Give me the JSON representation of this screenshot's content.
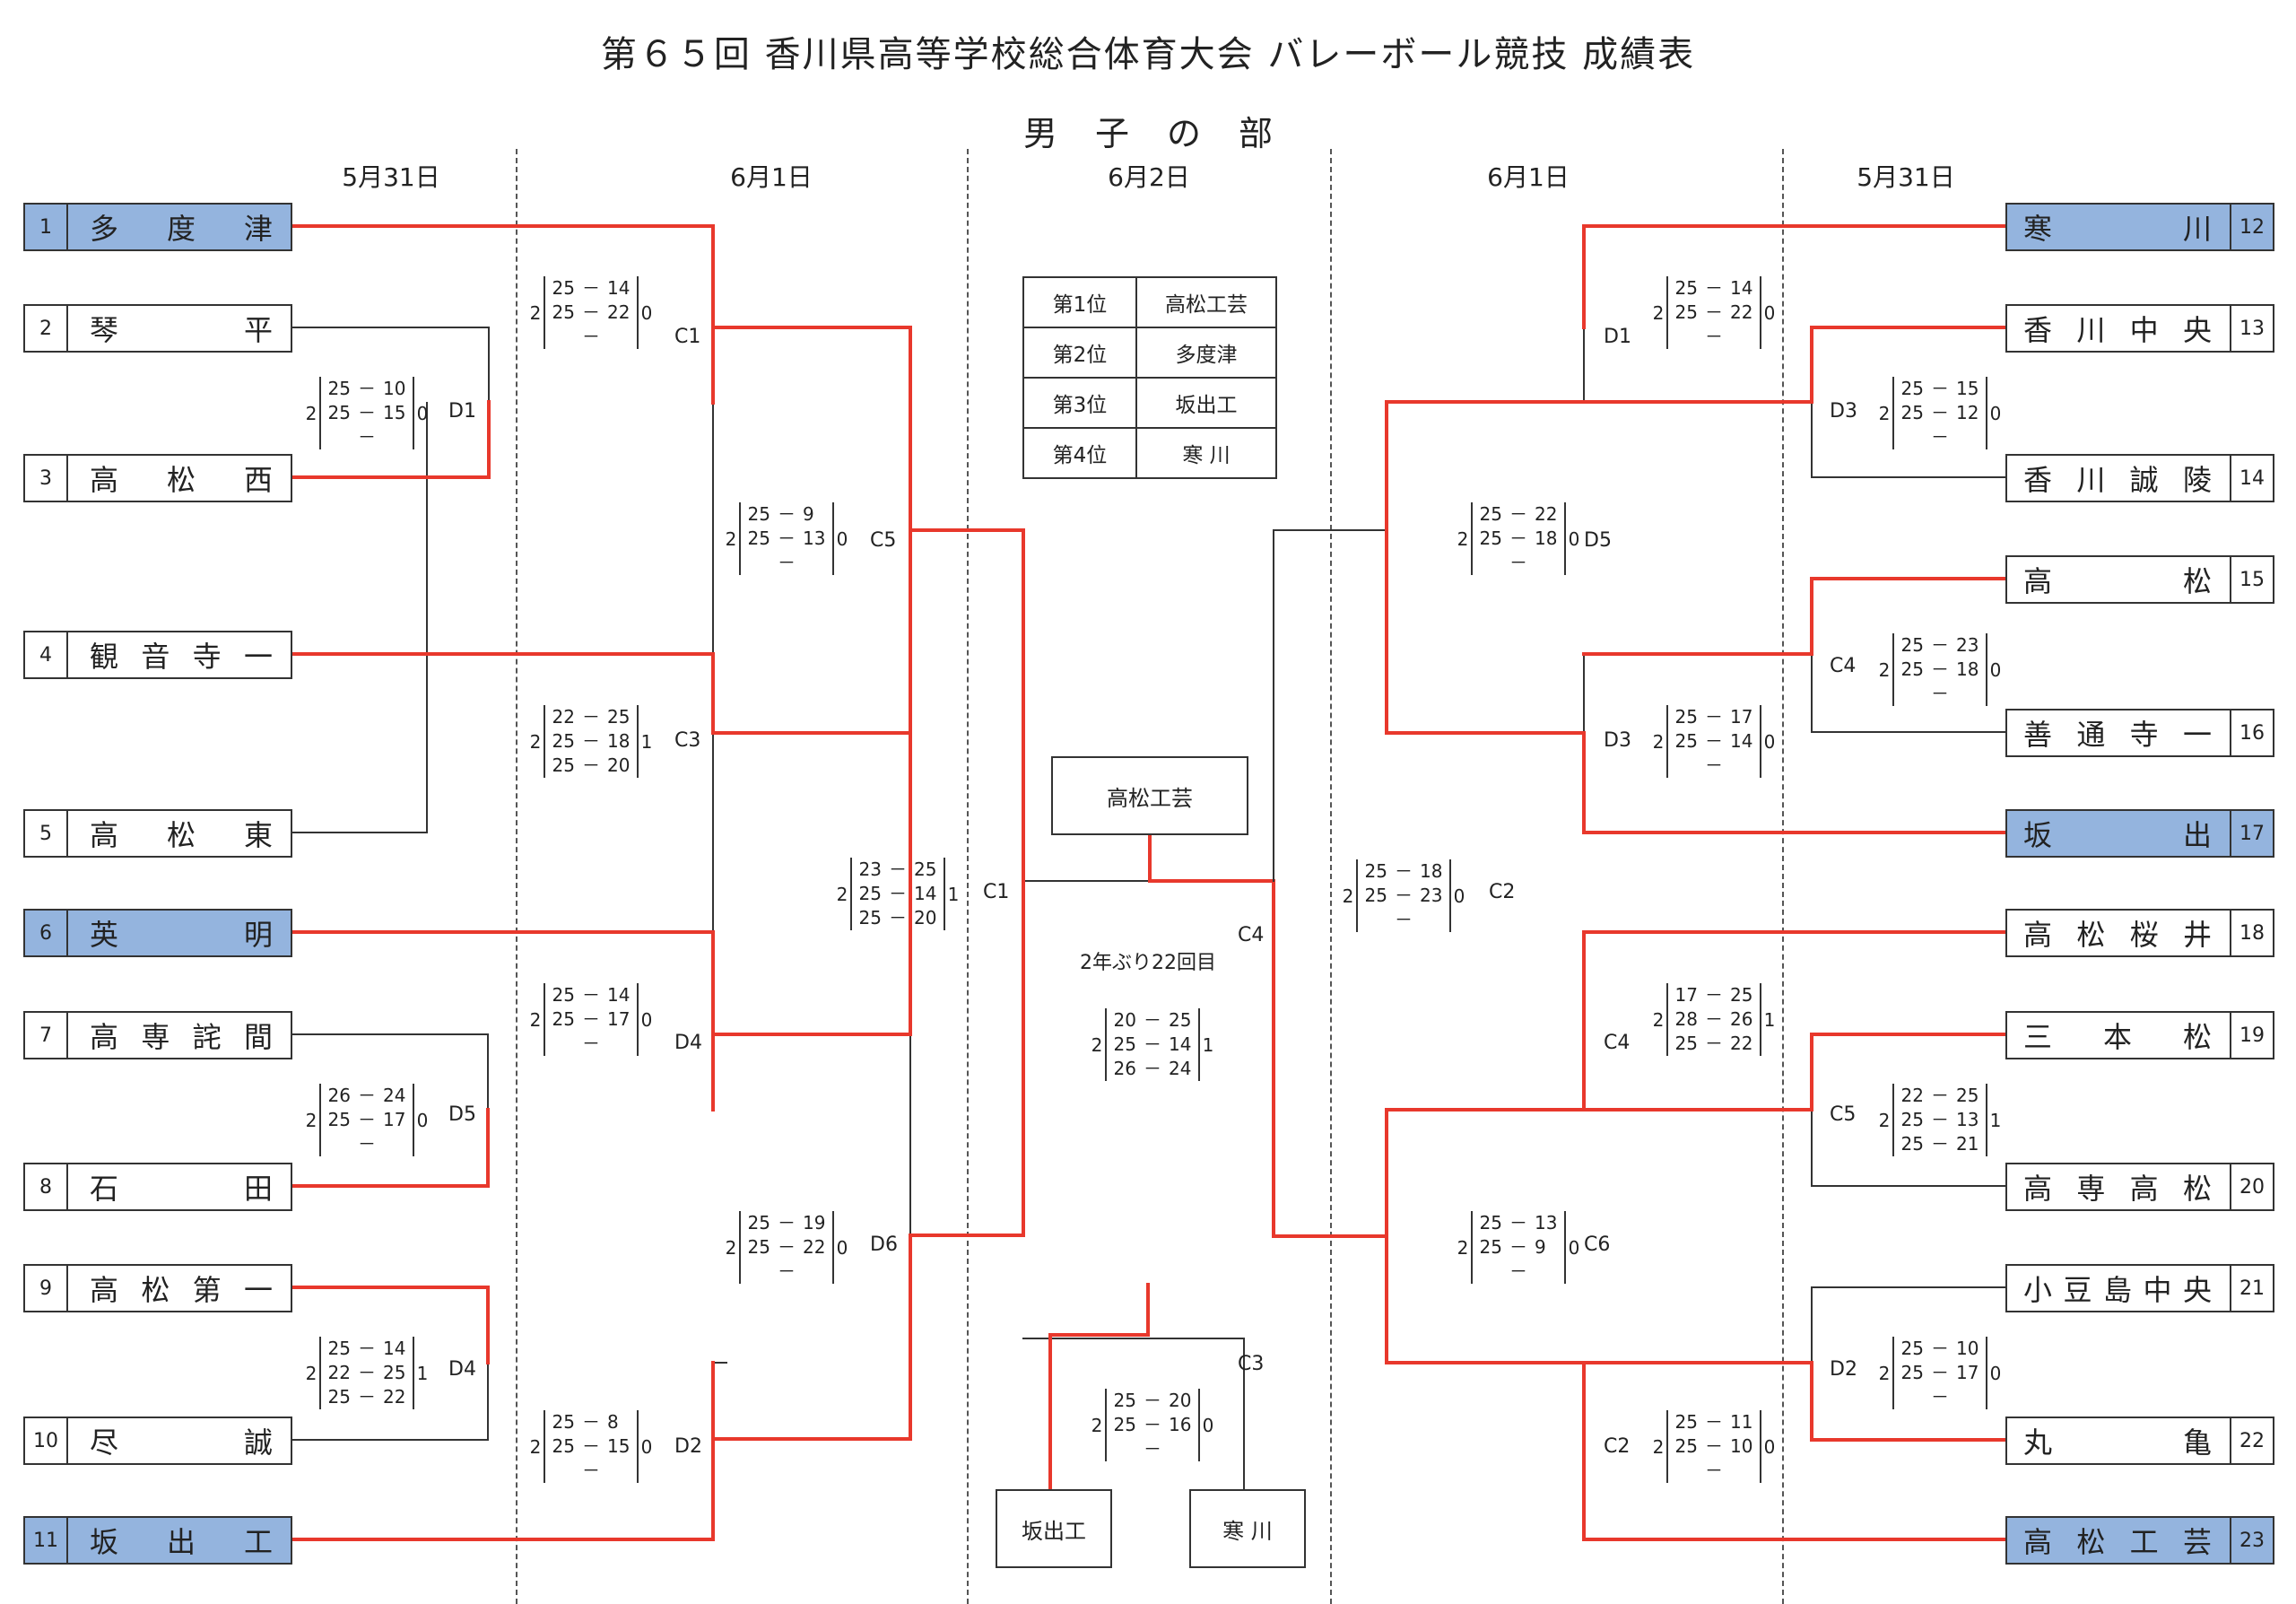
{
  "title": "第６５回 香川県高等学校総合体育大会 バレーボール競技 成績表",
  "subtitle": "男子の部",
  "dates": {
    "d1_left": "5月31日",
    "d2_left": "6月1日",
    "d3": "6月2日",
    "d2_right": "6月1日",
    "d1_right": "5月31日"
  },
  "teams_left": [
    {
      "num": "1",
      "name": "多度津"
    },
    {
      "num": "2",
      "name": "琴平"
    },
    {
      "num": "3",
      "name": "高松西"
    },
    {
      "num": "4",
      "name": "観音寺一"
    },
    {
      "num": "5",
      "name": "高松東"
    },
    {
      "num": "6",
      "name": "英明"
    },
    {
      "num": "7",
      "name": "高専詫間"
    },
    {
      "num": "8",
      "name": "石田"
    },
    {
      "num": "9",
      "name": "高松第一"
    },
    {
      "num": "10",
      "name": "尽誠"
    },
    {
      "num": "11",
      "name": "坂出工"
    }
  ],
  "teams_right": [
    {
      "num": "12",
      "name": "寒川"
    },
    {
      "num": "13",
      "name": "香川中央"
    },
    {
      "num": "14",
      "name": "香川誠陵"
    },
    {
      "num": "15",
      "name": "高松"
    },
    {
      "num": "16",
      "name": "善通寺一"
    },
    {
      "num": "17",
      "name": "坂出"
    },
    {
      "num": "18",
      "name": "高松桜井"
    },
    {
      "num": "19",
      "name": "三本松"
    },
    {
      "num": "20",
      "name": "高専高松"
    },
    {
      "num": "21",
      "name": "小豆島中央"
    },
    {
      "num": "22",
      "name": "丸亀"
    },
    {
      "num": "23",
      "name": "高松工芸"
    }
  ],
  "rankings": [
    {
      "place": "第1位",
      "team": "高松工芸"
    },
    {
      "place": "第2位",
      "team": "多度津"
    },
    {
      "place": "第3位",
      "team": "坂出工"
    },
    {
      "place": "第4位",
      "team": "寒 川"
    }
  ],
  "matches": {
    "L_D1": {
      "label": "D1",
      "left": "2",
      "right": "0",
      "sets": [
        [
          "25",
          "10"
        ],
        [
          "25",
          "15"
        ],
        [
          "",
          ""
        ]
      ]
    },
    "L_D5": {
      "label": "D5",
      "left": "2",
      "right": "0",
      "sets": [
        [
          "26",
          "24"
        ],
        [
          "25",
          "17"
        ],
        [
          "",
          ""
        ]
      ]
    },
    "L_D4": {
      "label": "D4",
      "left": "2",
      "right": "1",
      "sets": [
        [
          "25",
          "14"
        ],
        [
          "22",
          "25"
        ],
        [
          "25",
          "22"
        ]
      ]
    },
    "L_C1": {
      "label": "C1",
      "left": "2",
      "right": "0",
      "sets": [
        [
          "25",
          "14"
        ],
        [
          "25",
          "22"
        ],
        [
          "",
          ""
        ]
      ]
    },
    "L_C3": {
      "label": "C3",
      "left": "2",
      "right": "1",
      "sets": [
        [
          "22",
          "25"
        ],
        [
          "25",
          "18"
        ],
        [
          "25",
          "20"
        ]
      ]
    },
    "L_D4b": {
      "label": "D4",
      "left": "2",
      "right": "0",
      "sets": [
        [
          "25",
          "14"
        ],
        [
          "25",
          "17"
        ],
        [
          "",
          ""
        ]
      ]
    },
    "L_D2": {
      "label": "D2",
      "left": "2",
      "right": "0",
      "sets": [
        [
          "25",
          "8"
        ],
        [
          "25",
          "15"
        ],
        [
          "",
          ""
        ]
      ]
    },
    "L_C5": {
      "label": "C5",
      "left": "2",
      "right": "0",
      "sets": [
        [
          "25",
          "9"
        ],
        [
          "25",
          "13"
        ],
        [
          "",
          ""
        ]
      ]
    },
    "L_D6": {
      "label": "D6",
      "left": "2",
      "right": "0",
      "sets": [
        [
          "25",
          "19"
        ],
        [
          "25",
          "22"
        ],
        [
          "",
          ""
        ]
      ]
    },
    "L_C1s": {
      "label": "C1",
      "left": "2",
      "right": "1",
      "sets": [
        [
          "23",
          "25"
        ],
        [
          "25",
          "14"
        ],
        [
          "25",
          "20"
        ]
      ]
    },
    "FIN": {
      "label": "C4",
      "left": "2",
      "right": "1",
      "sets": [
        [
          "20",
          "25"
        ],
        [
          "25",
          "14"
        ],
        [
          "26",
          "24"
        ]
      ]
    },
    "THIRD": {
      "label": "C3",
      "left": "2",
      "right": "0",
      "sets": [
        [
          "25",
          "20"
        ],
        [
          "25",
          "16"
        ],
        [
          "",
          ""
        ]
      ]
    },
    "R_C2s": {
      "label": "C2",
      "left": "2",
      "right": "0",
      "sets": [
        [
          "25",
          "18"
        ],
        [
          "25",
          "23"
        ],
        [
          "",
          ""
        ]
      ]
    },
    "R_D5": {
      "label": "D5",
      "left": "2",
      "right": "0",
      "sets": [
        [
          "25",
          "22"
        ],
        [
          "25",
          "18"
        ],
        [
          "",
          ""
        ]
      ]
    },
    "R_C6": {
      "label": "C6",
      "left": "2",
      "right": "0",
      "sets": [
        [
          "25",
          "13"
        ],
        [
          "25",
          "9"
        ],
        [
          "",
          ""
        ]
      ]
    },
    "R_D1": {
      "label": "D1",
      "left": "2",
      "right": "0",
      "sets": [
        [
          "25",
          "14"
        ],
        [
          "25",
          "22"
        ],
        [
          "",
          ""
        ]
      ]
    },
    "R_D3b": {
      "label": "D3",
      "left": "2",
      "right": "0",
      "sets": [
        [
          "25",
          "17"
        ],
        [
          "25",
          "14"
        ],
        [
          "",
          ""
        ]
      ]
    },
    "R_C4": {
      "label": "C4",
      "left": "2",
      "right": "1",
      "sets": [
        [
          "17",
          "25"
        ],
        [
          "28",
          "26"
        ],
        [
          "25",
          "22"
        ]
      ]
    },
    "R_C2": {
      "label": "C2",
      "left": "2",
      "right": "0",
      "sets": [
        [
          "25",
          "11"
        ],
        [
          "25",
          "10"
        ],
        [
          "",
          ""
        ]
      ]
    },
    "R_D3": {
      "label": "D3",
      "left": "2",
      "right": "0",
      "sets": [
        [
          "25",
          "15"
        ],
        [
          "25",
          "12"
        ],
        [
          "",
          ""
        ]
      ]
    },
    "R_C4a": {
      "label": "C4",
      "left": "2",
      "right": "0",
      "sets": [
        [
          "25",
          "23"
        ],
        [
          "25",
          "18"
        ],
        [
          "",
          ""
        ]
      ]
    },
    "R_C5": {
      "label": "C5",
      "left": "2",
      "right": "1",
      "sets": [
        [
          "22",
          "25"
        ],
        [
          "25",
          "13"
        ],
        [
          "25",
          "21"
        ]
      ]
    },
    "R_D2": {
      "label": "D2",
      "left": "2",
      "right": "0",
      "sets": [
        [
          "25",
          "10"
        ],
        [
          "25",
          "17"
        ],
        [
          "",
          ""
        ]
      ]
    }
  },
  "final_info": {
    "champion": "高松工芸",
    "note": "2年ぶり22回目",
    "third_left": "坂出工",
    "third_right": "寒 川"
  },
  "colors": {
    "win_line": "#e8382c",
    "loss_line": "#333333",
    "highlight": "#94b4de"
  }
}
